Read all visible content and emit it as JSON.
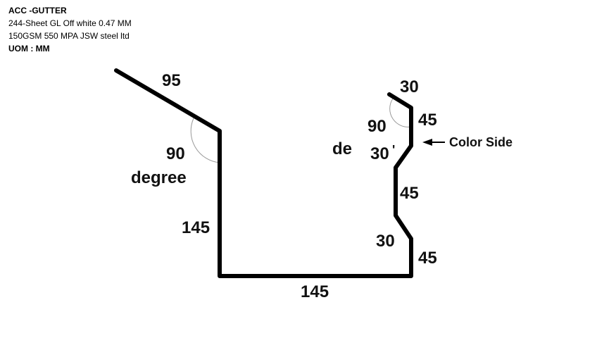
{
  "header": {
    "title": "ACC -GUTTER",
    "spec": "244-Sheet GL Off white 0.47 MM 150GSM 550 MPA JSW steel ltd",
    "uom": "UOM : MM"
  },
  "diagram": {
    "labels": {
      "top_left_flange": "95",
      "left_angle": "90",
      "left_angle_unit": "degree",
      "left_wall": "145",
      "bottom": "145",
      "right_top_lip": "30",
      "right_angle": "90",
      "right_upper": "45",
      "right_de": "de",
      "right_30_upper": "30",
      "right_30_prime": "'",
      "right_middle": "45",
      "right_30_lower": "30",
      "right_lower": "45",
      "color_side": "Color Side"
    }
  }
}
